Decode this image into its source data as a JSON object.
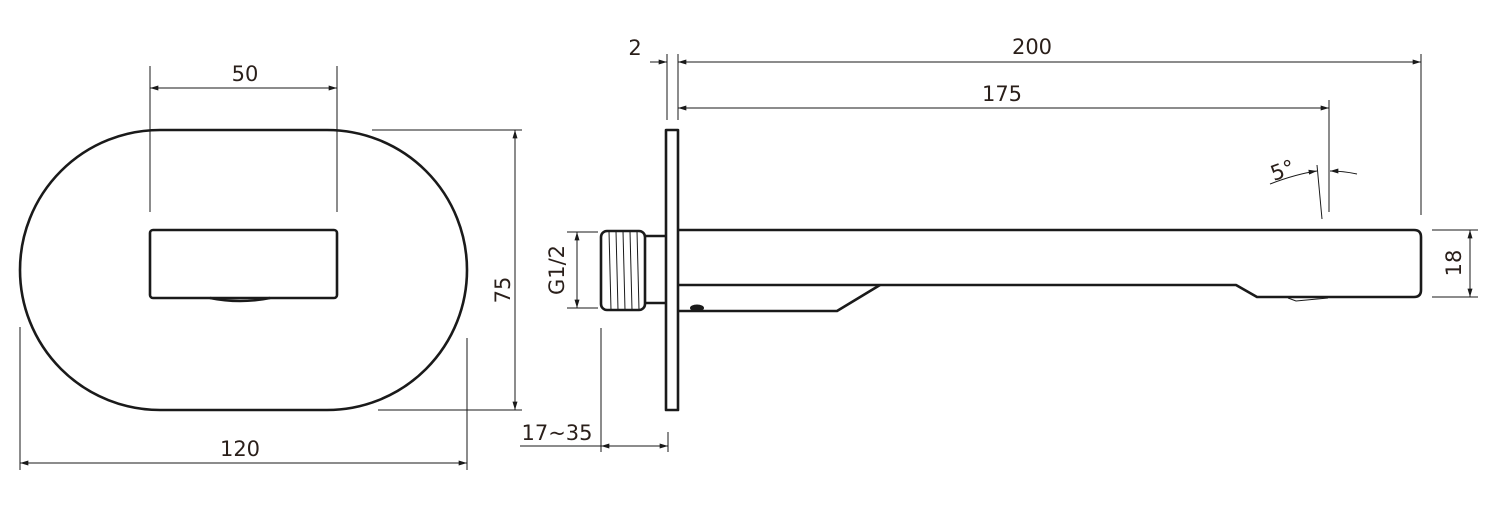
{
  "front_view": {
    "dim_width_top": "50",
    "dim_width_total": "120",
    "dim_height": "75"
  },
  "side_view": {
    "dim_plate": "2",
    "dim_total_length": "200",
    "dim_outlet_length": "175",
    "dim_angle": "5°",
    "dim_spout_height": "18",
    "dim_thread": "G1/2",
    "dim_wall_range": "17~35"
  }
}
